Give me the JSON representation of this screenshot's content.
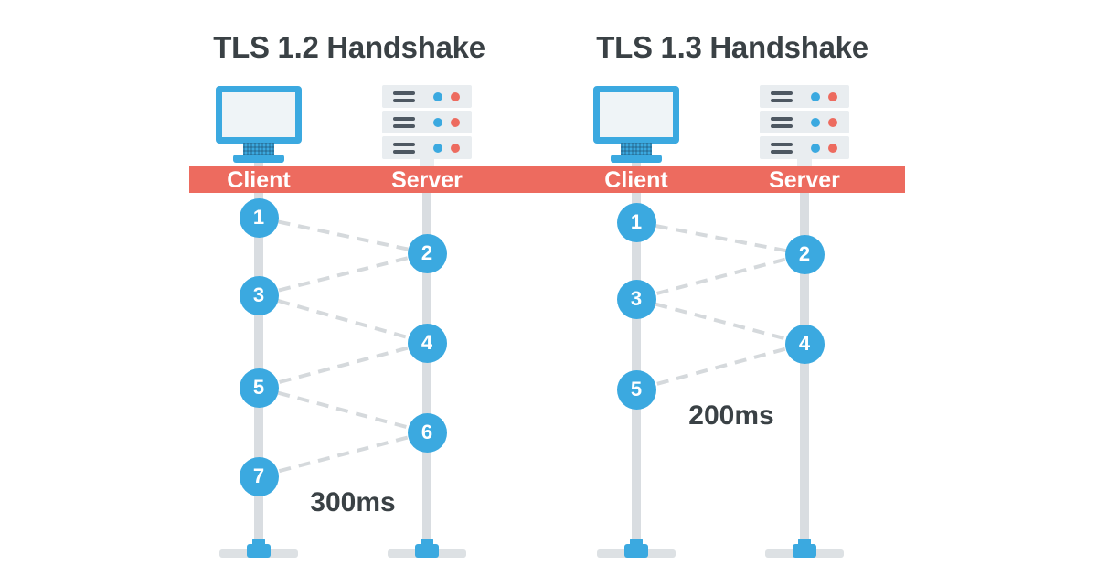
{
  "colors": {
    "accent_blue": "#3BA9E0",
    "band_red": "#ED6B5F",
    "lifeline_gray": "#D9DDE1",
    "dash_gray": "#D5D9DC",
    "text_dark": "#3A4145",
    "rack_bg": "#E9EDF0",
    "rack_bar_dark": "#4E5862",
    "rack_dot_blue": "#3BA9E0",
    "rack_dot_red": "#ED6B5F",
    "screen_bg": "#EFF4F7",
    "label_text": "#FFFFFF"
  },
  "diagrams": [
    {
      "title": "TLS 1.2 Handshake",
      "client_label": "Client",
      "server_label": "Server",
      "rtt_label": "300ms",
      "messages": [
        {
          "num": "1",
          "side": "client"
        },
        {
          "num": "2",
          "side": "server"
        },
        {
          "num": "3",
          "side": "client"
        },
        {
          "num": "4",
          "side": "server"
        },
        {
          "num": "5",
          "side": "client"
        },
        {
          "num": "6",
          "side": "server"
        },
        {
          "num": "7",
          "side": "client"
        }
      ]
    },
    {
      "title": "TLS 1.3 Handshake",
      "client_label": "Client",
      "server_label": "Server",
      "rtt_label": "200ms",
      "messages": [
        {
          "num": "1",
          "side": "client"
        },
        {
          "num": "2",
          "side": "server"
        },
        {
          "num": "3",
          "side": "client"
        },
        {
          "num": "4",
          "side": "server"
        },
        {
          "num": "5",
          "side": "client"
        }
      ]
    }
  ]
}
